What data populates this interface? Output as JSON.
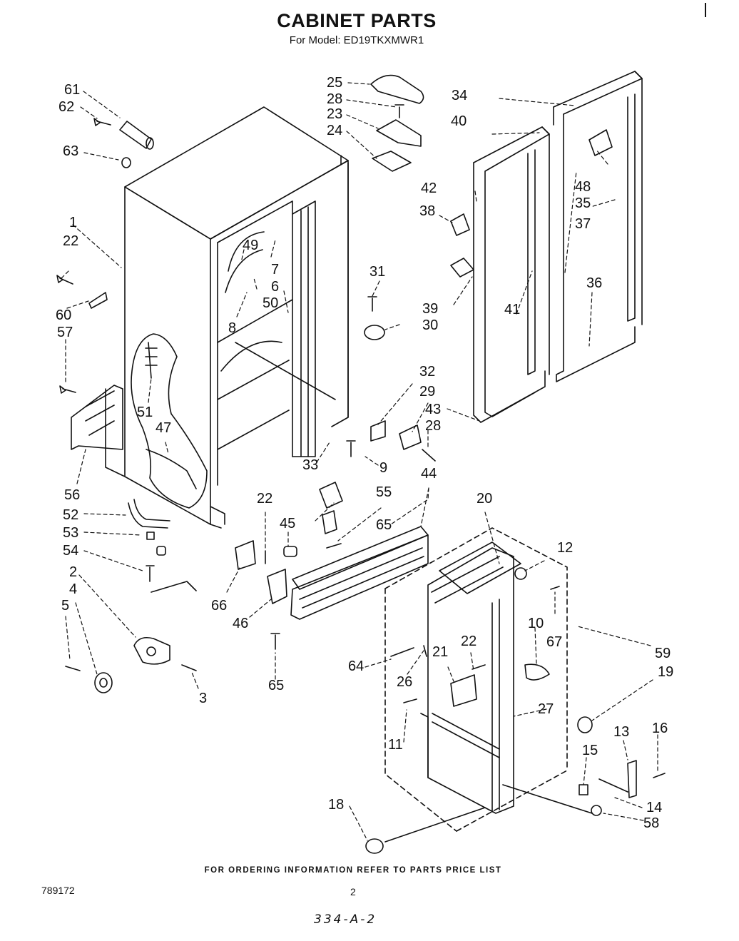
{
  "header": {
    "title": "CABINET PARTS",
    "subtitle": "For Model: ED19TKXMWR1"
  },
  "footer": {
    "note": "FOR ORDERING INFORMATION REFER TO PARTS PRICE LIST",
    "doc_number": "789172",
    "page": "2",
    "handwritten": "334-A-2"
  },
  "callouts": [
    "1",
    "2",
    "3",
    "4",
    "5",
    "6",
    "7",
    "8",
    "9",
    "10",
    "11",
    "12",
    "13",
    "14",
    "15",
    "16",
    "18",
    "19",
    "20",
    "21",
    "22",
    "23",
    "24",
    "25",
    "26",
    "27",
    "28",
    "29",
    "30",
    "31",
    "32",
    "33",
    "34",
    "35",
    "36",
    "37",
    "38",
    "39",
    "40",
    "41",
    "42",
    "43",
    "44",
    "45",
    "46",
    "47",
    "48",
    "49",
    "50",
    "51",
    "52",
    "53",
    "54",
    "55",
    "56",
    "57",
    "58",
    "59",
    "60",
    "61",
    "62",
    "63",
    "64",
    "65",
    "66",
    "67"
  ]
}
